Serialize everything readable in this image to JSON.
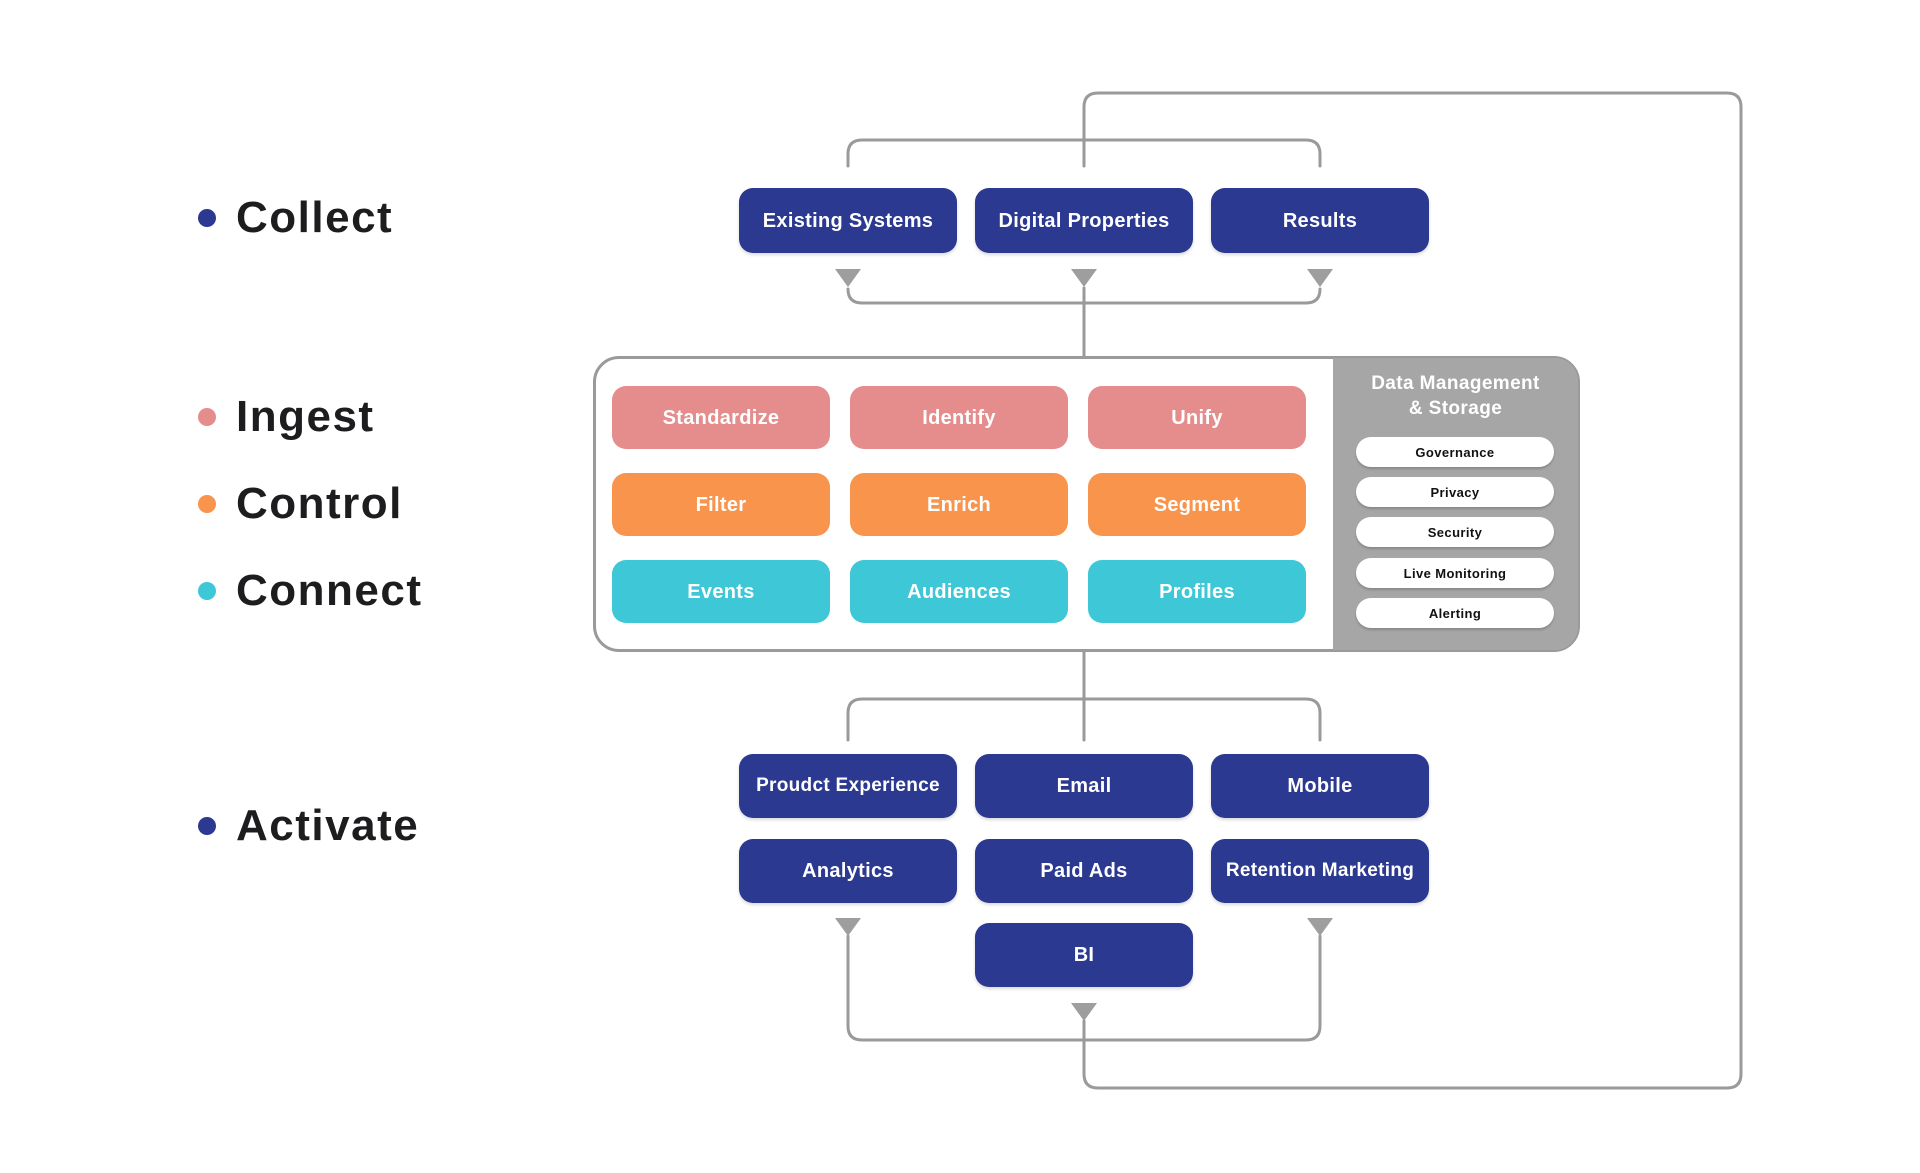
{
  "palette": {
    "navy": "#2b3990",
    "salmon": "#e58c8c",
    "orange": "#f8944c",
    "cyan": "#3ec7d6",
    "panel_gray": "#a6a6a6",
    "line_gray": "#9a9a9a",
    "label_text": "#1d1d1f"
  },
  "stages": [
    {
      "label": "Collect",
      "dot_color": "#2b3990"
    },
    {
      "label": "Ingest",
      "dot_color": "#e58c8c"
    },
    {
      "label": "Control",
      "dot_color": "#f8944c"
    },
    {
      "label": "Connect",
      "dot_color": "#3ec7d6"
    },
    {
      "label": "Activate",
      "dot_color": "#2b3990"
    }
  ],
  "collect_row": {
    "boxes": [
      "Existing Systems",
      "Digital Properties",
      "Results"
    ]
  },
  "pipeline": {
    "ingest_row": [
      "Standardize",
      "Identify",
      "Unify"
    ],
    "control_row": [
      "Filter",
      "Enrich",
      "Segment"
    ],
    "connect_row": [
      "Events",
      "Audiences",
      "Profiles"
    ],
    "data_management": {
      "title_line1": "Data Management",
      "title_line2": "& Storage",
      "pills": [
        "Governance",
        "Privacy",
        "Security",
        "Live Monitoring",
        "Alerting"
      ]
    }
  },
  "activate_rows": {
    "row1": [
      "Proudct Experience",
      "Email",
      "Mobile"
    ],
    "row2": [
      "Analytics",
      "Paid Ads",
      "Retention Marketing"
    ],
    "row3": [
      "BI"
    ]
  }
}
